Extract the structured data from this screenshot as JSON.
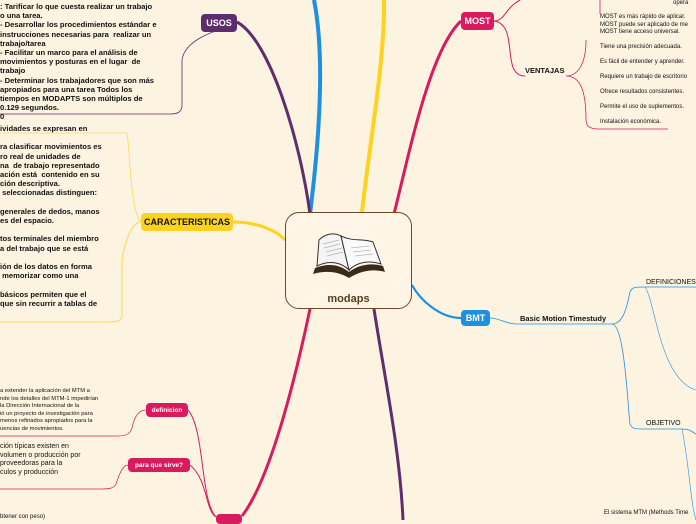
{
  "center": {
    "title": "modaps",
    "icon": "open-book-icon"
  },
  "colors": {
    "usos": "#5e2d6e",
    "most": "#d81b5e",
    "bmt": "#1e90e0",
    "caracteristicas": "#ffd21f",
    "bottom_topic": "#d81b5e",
    "definicion": "#d81b5e",
    "para_que_sirve": "#d81b5e",
    "background": "#fdf3e1"
  },
  "topics": {
    "usos": "USOS",
    "most": "MOST",
    "bmt": "BMT",
    "caracteristicas": "CARACTERISTICAS"
  },
  "usos_text": ": Tarificar lo que cuesta realizar un trabajo\no una tarea.\n- Desarrollar los procedimientos estándar e\ninstrucciones necesarias para  realizar un\ntrabajo/tarea\n- Facilitar un marco para el análisis de\nmovimientos y posturas en el lugar  de\ntrabajo\n- Determinar los trabajadores que son más\napropiados para una tarea Todos los\ntiempos en MODAPTS son múltiplos de\n0.129 segundos.\n0",
  "caracteristicas_text": "ividades se expresan en\n\nra clasificar movimientos es\nro real de unidades de\nna  de trabajo representado\nación está  contenido en su\nción descriptiva.\n seleccionadas distinguen:\n\ngenerales de dedos, manos\nes del espacio.\n\ntos terminales del miembro\na del trabajo que se está\n\nión de los datos en forma\n memorizar como una\n\nbásicos permiten que el\nque sin recurrir a tablas de",
  "most": {
    "top_text": "MOST es más rápido de aplicar.\nMOST puede ser aplicado de me\nMOST tiene acceso universal.",
    "ventajas_label": "VENTAJAS",
    "ventajas": [
      "Tiene una precisión adecuada.",
      "Es fácil de entender y aprender.",
      "Requiere un trabajo de escritorio",
      "Ofrece resultados consistentes.",
      "Permite el uso de suplementos.",
      "Instalación económica."
    ],
    "top_cut": "opera"
  },
  "bmt": {
    "label": "Basic Motion Timestudy",
    "definiciones": "DEFINICIONES",
    "objetivo": "OBJETIVO",
    "bottom_cut": "El sistema MTM (Methods Time"
  },
  "bottom_left": {
    "definicion_label": "definicion",
    "definicion_text": "a extender la aplicación del MTM a\nnde los detalles del MTM-1 impedirían\nla Dirección Internacional de la\nió un proyecto de investigación para\nmenos refinados apropiados para la\nuencias de movimientos.",
    "para_label": "para que sirve?",
    "para_text": "ción típicas existen en\nvolumen o producción por\nproveedoras para la\nculos y producción",
    "bottom_cut": "btener con peso)"
  }
}
